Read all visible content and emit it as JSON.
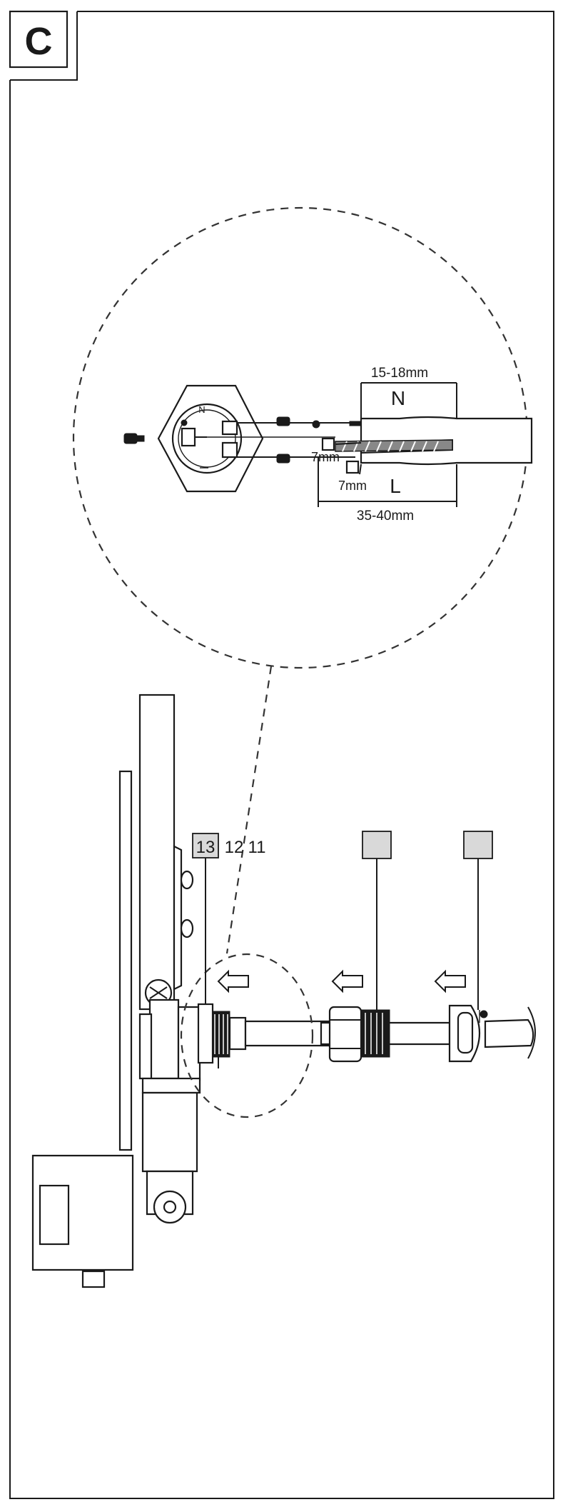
{
  "panel": {
    "letter": "C"
  },
  "detail": {
    "dim_strip_n": "15-18mm",
    "dim_sheath": "35-40mm",
    "dim_strip_core_1": "7mm",
    "dim_strip_core_2": "7mm",
    "label_n": "N",
    "label_l": "L",
    "terminal_mark": "N"
  },
  "callouts": {
    "boxed_13": "13",
    "plain_12": "12",
    "plain_11": "11"
  }
}
